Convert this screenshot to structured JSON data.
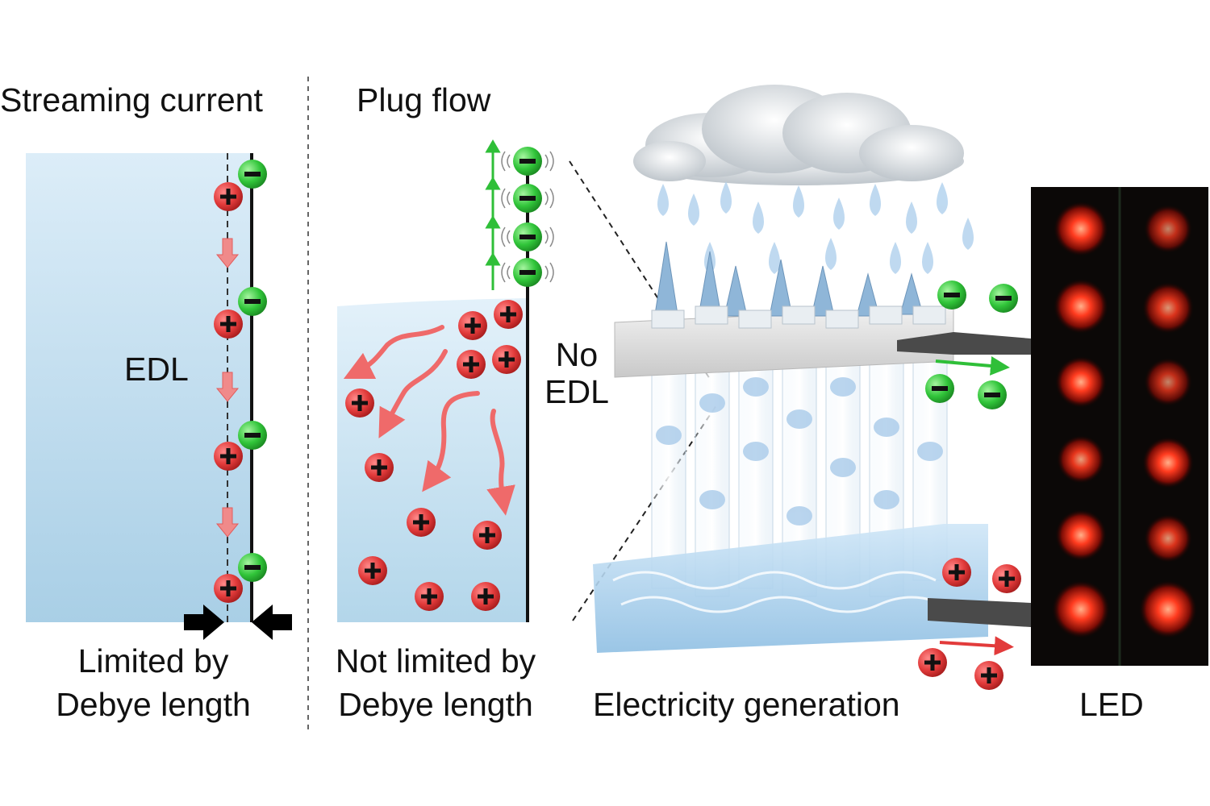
{
  "panels": {
    "streaming": {
      "title": "Streaming current",
      "edl_label": "EDL",
      "caption_line1": "Limited by",
      "caption_line2": "Debye length"
    },
    "plug": {
      "title": "Plug flow",
      "no_edl_line1": "No",
      "no_edl_line2": "EDL",
      "caption_line1": "Not limited by",
      "caption_line2": "Debye length"
    },
    "generation": {
      "caption": "Electricity generation"
    },
    "led": {
      "caption": "LED"
    }
  },
  "symbols": {
    "positive": "+",
    "negative": "−"
  },
  "colors": {
    "positive_ion": "#e23b3b",
    "negative_ion": "#31c53a",
    "water_top": "#d8ecf8",
    "water_bottom": "#9fc8e2",
    "led_glow": "#ff3b1f"
  }
}
